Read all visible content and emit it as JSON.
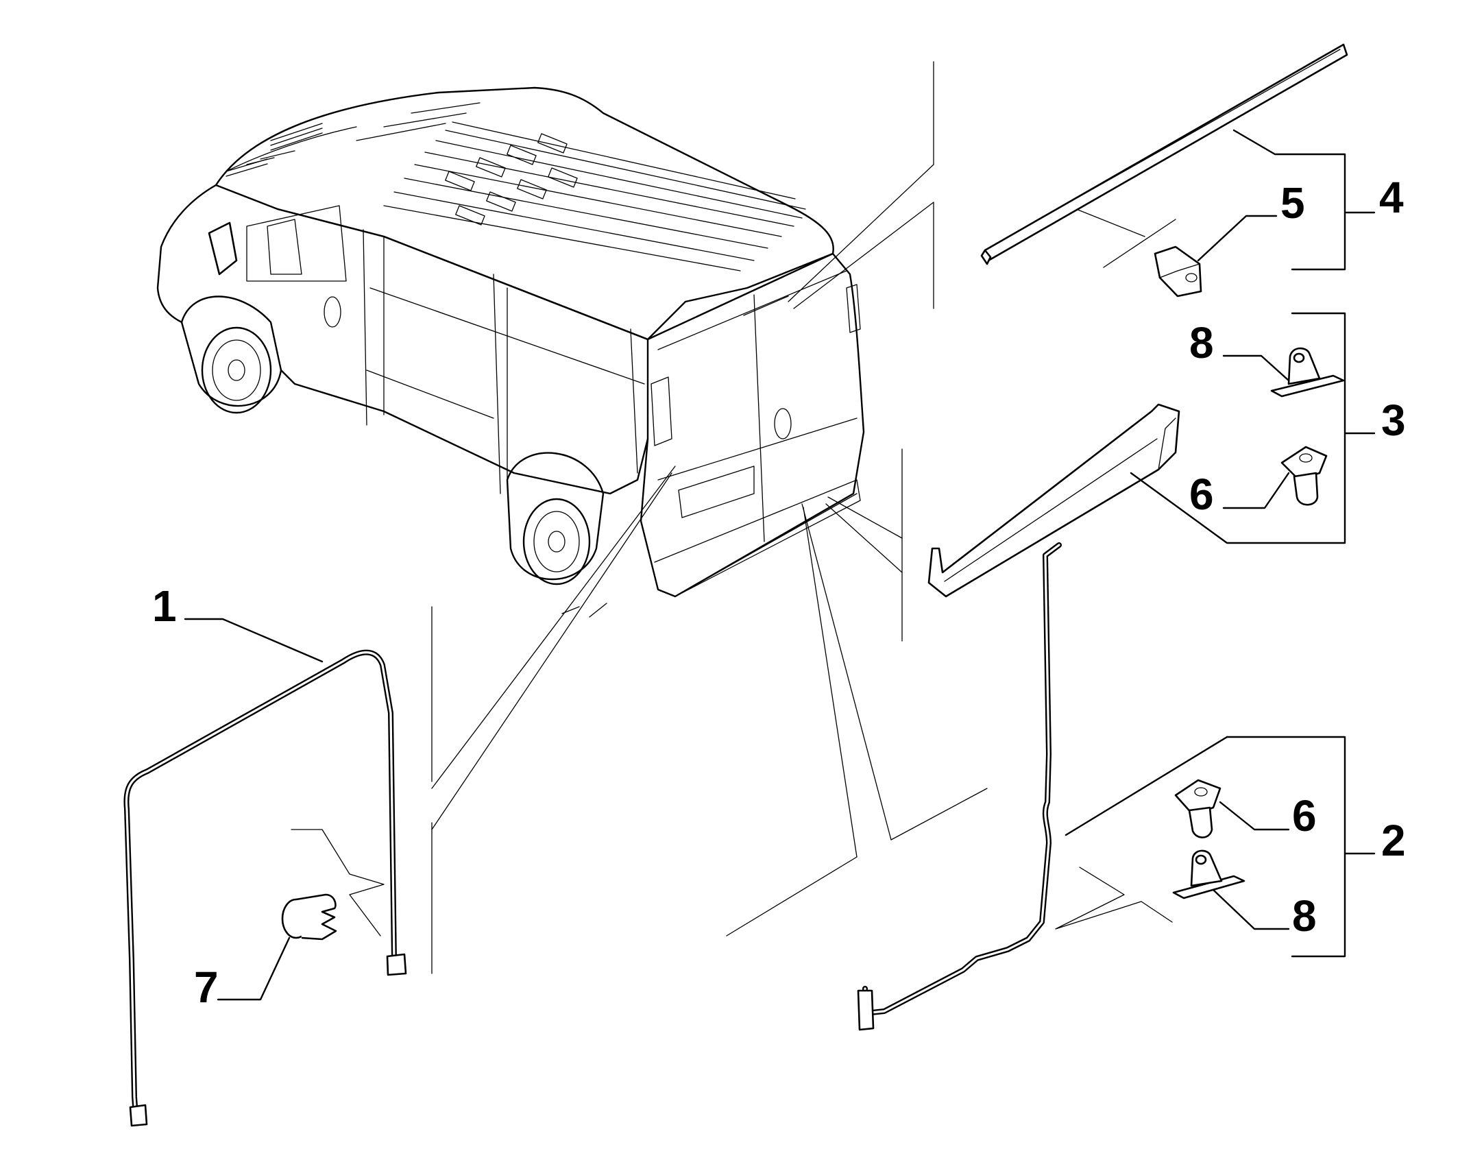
{
  "figure": {
    "subject": "van rear view with door seal parts",
    "line_color": "#000000",
    "background": "#ffffff"
  },
  "callouts": [
    {
      "id": "c1",
      "text": "1"
    },
    {
      "id": "c2",
      "text": "2"
    },
    {
      "id": "c3",
      "text": "3"
    },
    {
      "id": "c4",
      "text": "4"
    },
    {
      "id": "c5",
      "text": "5"
    },
    {
      "id": "c6a",
      "text": "6"
    },
    {
      "id": "c6b",
      "text": "6"
    },
    {
      "id": "c7",
      "text": "7"
    },
    {
      "id": "c8a",
      "text": "8"
    },
    {
      "id": "c8b",
      "text": "8"
    }
  ]
}
